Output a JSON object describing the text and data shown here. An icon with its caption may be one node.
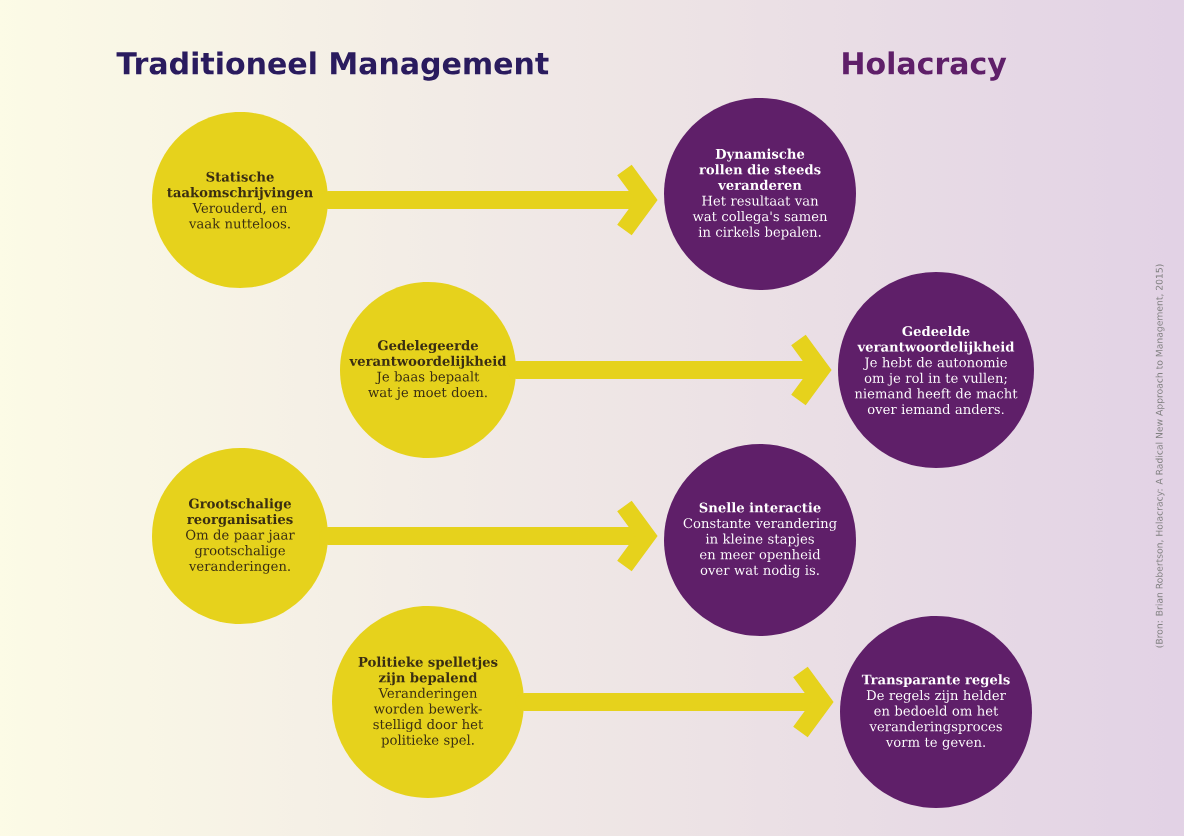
{
  "diagram": {
    "nodes": [
      {
        "text": [
          "Statische taakomschrijvingen",
          "Verouderd, en vaak nutteloos."
        ]
      },
      {
        "text": [
          "Gedelegeerde verantwoordelijkheid",
          "Je baas bepaalt wat je moet doen."
        ]
      },
      {
        "text": [
          "Grootschalige reorganisaties",
          "Om de paar jaar grootschalige veranderingen."
        ]
      },
      {
        "text": [
          "Politieke spelletjes zijn bepalend",
          "Veranderingen worden bewerk-stelligd door het politieke spel."
        ]
      },
      {
        "text": [
          "Dynamische rollen die steeds veranderen",
          "Het resultaat van wat collega's samen in cirkels bepalen."
        ]
      },
      {
        "text": [
          "Gedeelde verantwoordelijkheid",
          "Je hebt de autonomie om je rol in te vullen; niemand heeft de macht over iemand anders."
        ]
      },
      {
        "text": [
          "Snelle interactie",
          "Constante verandering in kleine stapjes en meer openheid over wat nodig is."
        ]
      },
      {
        "text": [
          "Transparante regels",
          "De regels zijn helder en bedoeld om het veranderingsproces vorm te geven."
        ]
      }
    ],
    "edges": [
      {
        "from": 0,
        "to": 4,
        "arrow": "to"
      },
      {
        "from": 1,
        "to": 5,
        "arrow": "to"
      },
      {
        "from": 2,
        "to": 6,
        "arrow": "to"
      },
      {
        "from": 3,
        "to": 7,
        "arrow": "to"
      }
    ],
    "labels": [
      "Traditioneel Management",
      "Holacracy",
      "(Bron: Brian Robertson, Holacracy: A Radical New Approach to Management, 2015)"
    ]
  }
}
